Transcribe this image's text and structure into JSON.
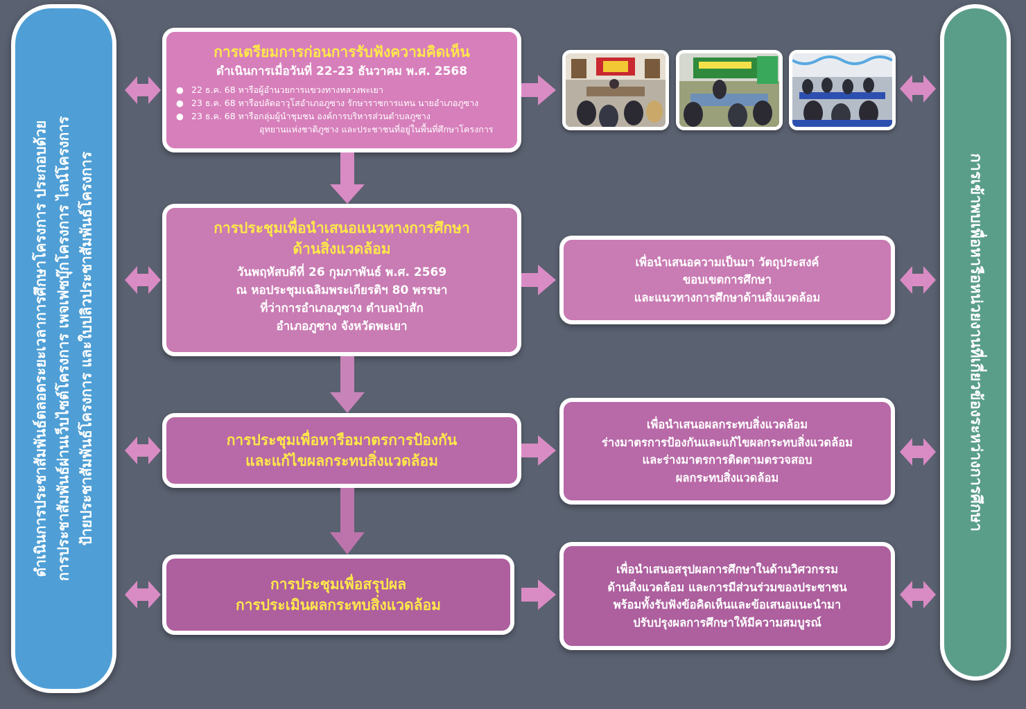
{
  "left_panel": {
    "lines": [
      "ดำเนินการประชาสัมพันธ์ตลอดระยะเวลาการศึกษาโครงการ ประกอบด้วย",
      "การประชาสัมพันธ์ผ่านเว็บไซต์โครงการ เพจเฟซบุ๊กโครงการ ไลน์โครงการ",
      "ป้ายประชาสัมพันธ์โครงการ และใบปลิวประชาสัมพันธ์โครงการ"
    ]
  },
  "right_panel": {
    "text": "การเข้าพบเพื่อหารือหน่วยงานที่เกี่ยวข้องระหว่างการศึกษา"
  },
  "step1": {
    "title": "การเตรียมการก่อนการรับฟังความคิดเห็น",
    "subtitle": "ดำเนินการเมื่อวันที่ 22-23 ธันวาคม พ.ศ. 2568",
    "bullets": [
      "22 ธ.ค. 68 หารือผู้อำนวยการแขวงทางหลวงพะเยา",
      "23 ธ.ค. 68 หารือปลัดอาวุโสอำเภอภูซาง รักษาราชการแทน นายอำเภอภูซาง",
      "23 ธ.ค. 68 หารือกลุ่มผู้นำชุมชน องค์การบริหารส่วนตำบลภูซาง"
    ],
    "bullet_continuation": "อุทยานแห่งชาติภูซาง และประชาชนที่อยู่ในพื้นที่ศึกษาโครงการ"
  },
  "step2": {
    "title_lines": [
      "การประชุมเพื่อนำเสนอแนวทางการศึกษา",
      "ด้านสิ่งแวดล้อม"
    ],
    "detail_lines": [
      "วันพฤหัสบดีที่ 26 กุมภาพันธ์ พ.ศ. 2569",
      "ณ หอประชุมเฉลิมพระเกียรติฯ 80 พรรษา",
      "ที่ว่าการอำเภอภูซาง ตำบลป่าสัก",
      "อำเภอภูซาง จังหวัดพะเยา"
    ],
    "result_lines": [
      "เพื่อนำเสนอความเป็นมา วัตถุประสงค์",
      "ขอบเขตการศึกษา",
      "และแนวทางการศึกษาด้านสิ่งแวดล้อม"
    ]
  },
  "step3": {
    "title_lines": [
      "การประชุมเพื่อหารือมาตรการป้องกัน",
      "และแก้ไขผลกระทบสิ่งแวดล้อม"
    ],
    "result_lines": [
      "เพื่อนำเสนอผลกระทบสิ่งแวดล้อม",
      "ร่างมาตรการป้องกันและแก้ไขผลกระทบสิ่งแวดล้อม",
      "และร่างมาตรการติดตามตรวจสอบ",
      "ผลกระทบสิ่งแวดล้อม"
    ]
  },
  "step4": {
    "title_lines": [
      "การประชุมเพื่อสรุปผล",
      "การประเมินผลกระทบสิ่งแวดล้อม"
    ],
    "result_lines": [
      "เพื่อนำเสนอสรุปผลการศึกษาในด้านวิศวกรรม",
      "ด้านสิ่งแวดล้อม และการมีส่วนร่วมของประชาชน",
      "พร้อมทั้งรับฟังข้อคิดเห็นและข้อเสนอแนะนำมา",
      "ปรับปรุงผลการศึกษาให้มีความสมบูรณ์"
    ]
  },
  "photos": [
    "meeting-photo",
    "meeting-photo",
    "meeting-photo"
  ],
  "colors": {
    "background": "#5a6170",
    "left_panel": "#4f9fd6",
    "right_panel": "#5a9e8a",
    "title_yellow": "#ffe94a",
    "arrow_pink": "#d98bc4"
  }
}
